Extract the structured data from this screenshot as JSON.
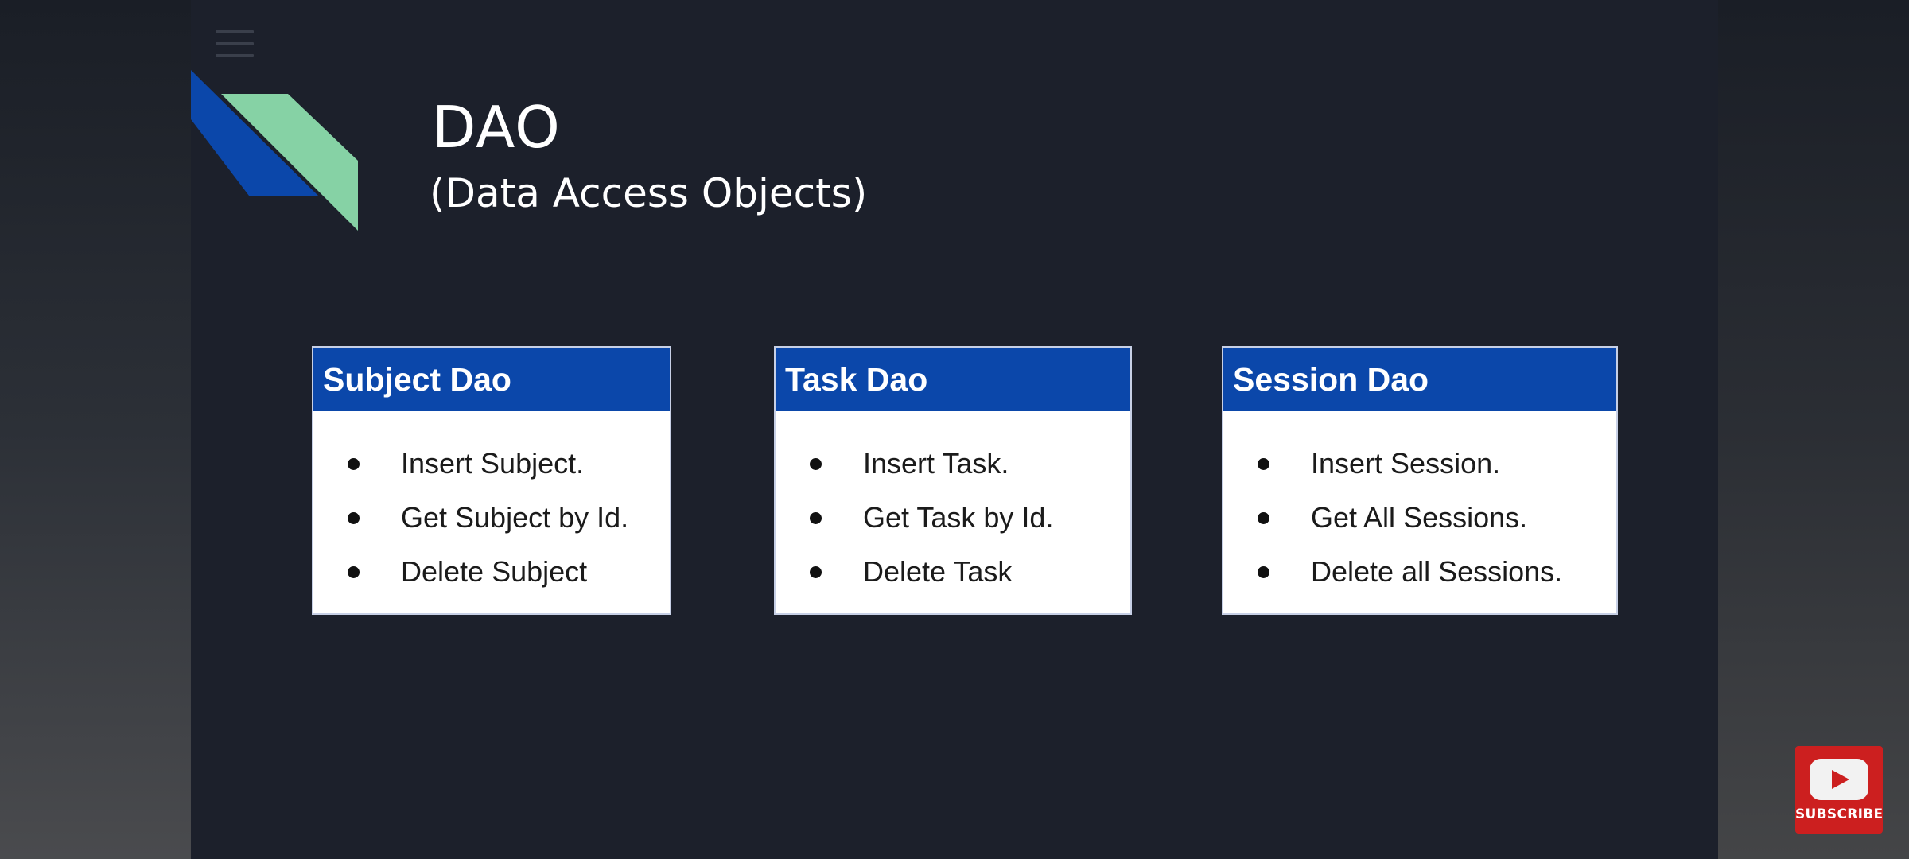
{
  "slide": {
    "title": "DAO",
    "subtitle": "(Data Access Objects)",
    "colors": {
      "background": "#1c202b",
      "accent_blue": "#0b47aa",
      "accent_green": "#86d2a5"
    },
    "cards": [
      {
        "header": "Subject Dao",
        "items": [
          "Insert Subject.",
          "Get Subject by Id.",
          "Delete Subject"
        ]
      },
      {
        "header": "Task Dao",
        "items": [
          "Insert Task.",
          "Get Task by Id.",
          "Delete Task"
        ]
      },
      {
        "header": "Session Dao",
        "items": [
          "Insert Session.",
          "Get All Sessions.",
          "Delete all Sessions."
        ]
      }
    ]
  },
  "overlay": {
    "menu_icon": "hamburger-menu-icon",
    "subscribe_label": "SUBSCRIBE",
    "subscribe_icon": "youtube-play-icon",
    "subscribe_color": "#cc1f1f"
  }
}
